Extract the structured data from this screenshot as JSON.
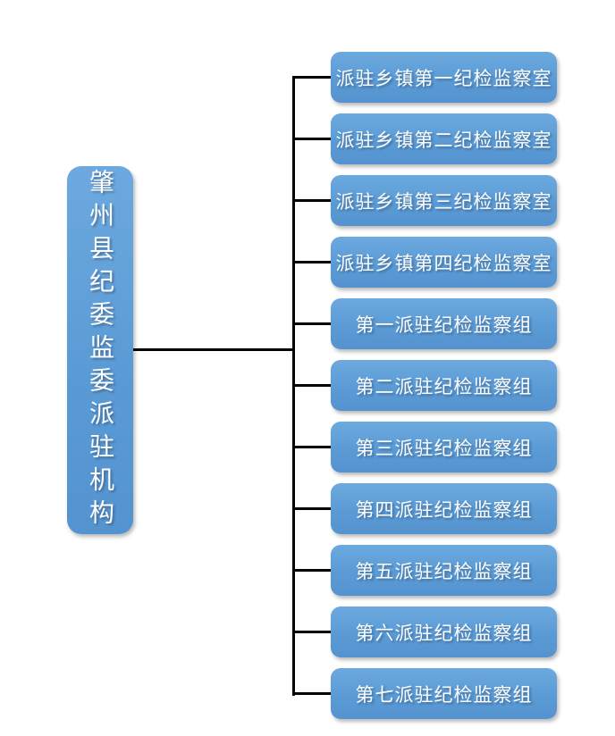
{
  "chart": {
    "type": "org-chart",
    "root": {
      "label": "肇州县纪委监委派驻机构"
    },
    "children": [
      {
        "label": "派驻乡镇第一纪检监察室"
      },
      {
        "label": "派驻乡镇第二纪检监察室"
      },
      {
        "label": "派驻乡镇第三纪检监察室"
      },
      {
        "label": "派驻乡镇第四纪检监察室"
      },
      {
        "label": "第一派驻纪检监察组"
      },
      {
        "label": "第二派驻纪检监察组"
      },
      {
        "label": "第三派驻纪检监察组"
      },
      {
        "label": "第四派驻纪检监察组"
      },
      {
        "label": "第五派驻纪检监察组"
      },
      {
        "label": "第六派驻纪检监察组"
      },
      {
        "label": "第七派驻纪检监察组"
      }
    ],
    "colors": {
      "node_fill": "#5b9bd5",
      "node_text": "#ffffff",
      "connector": "#000000",
      "background": "#ffffff"
    }
  }
}
